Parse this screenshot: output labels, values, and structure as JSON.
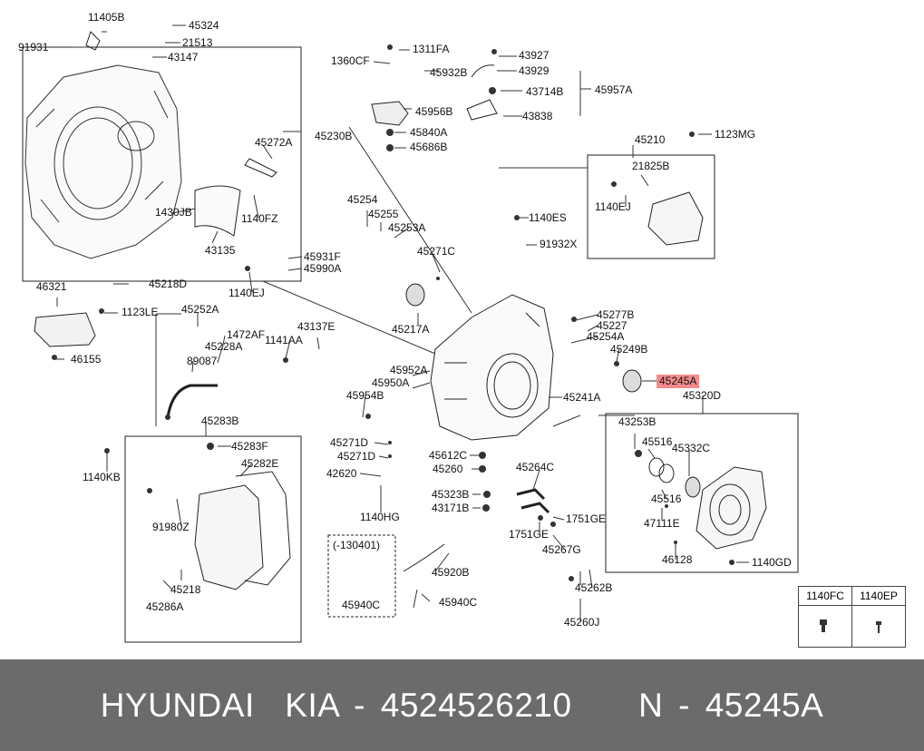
{
  "labels": {
    "p11405B": "11405B",
    "p45324": "45324",
    "p91931": "91931",
    "p21513": "21513",
    "p43147": "43147",
    "p45230B": "45230B",
    "p45272A": "45272A",
    "p1430JB": "1430JB",
    "p1140FZ": "1140FZ",
    "p43135": "43135",
    "p1311FA": "1311FA",
    "p1360CF": "1360CF",
    "p45932B": "45932B",
    "p45956B": "45956B",
    "p45840A": "45840A",
    "p45686B": "45686B",
    "p43927": "43927",
    "p43929": "43929",
    "p43714B": "43714B",
    "p45957A": "45957A",
    "p43838": "43838",
    "p1123MG": "1123MG",
    "p45210": "45210",
    "p21825B": "21825B",
    "p1140EJ_a": "1140EJ",
    "p45254": "45254",
    "p45255": "45255",
    "p45253A": "45253A",
    "p1140ES": "1140ES",
    "p91932X": "91932X",
    "p45271C": "45271C",
    "p45931F": "45931F",
    "p45990A": "45990A",
    "p1140EJ_b": "1140EJ",
    "p46321": "46321",
    "p45218D": "45218D",
    "p1123LE": "1123LE",
    "p46155": "46155",
    "p45252A": "45252A",
    "p1472AF": "1472AF",
    "p45228A": "45228A",
    "p89087": "89087",
    "p1141AA": "1141AA",
    "p43137E": "43137E",
    "p45217A": "45217A",
    "p45277B": "45277B",
    "p45227": "45227",
    "p45254A": "45254A",
    "p45249B": "45249B",
    "p45245A": "45245A",
    "p45952A": "45952A",
    "p45950A": "45950A",
    "p45954B": "45954B",
    "p45241A": "45241A",
    "p45320D": "45320D",
    "p45283B": "45283B",
    "p45283F": "45283F",
    "p1140KB": "1140KB",
    "p45282E": "45282E",
    "p91980Z": "91980Z",
    "p45218": "45218",
    "p45286A": "45286A",
    "p45271D_a": "45271D",
    "p45271D_b": "45271D",
    "p42620": "42620",
    "p1140HG": "1140HG",
    "p45612C": "45612C",
    "p45260": "45260",
    "p45323B": "45323B",
    "p43171B": "43171B",
    "p45264C": "45264C",
    "p1751GE_a": "1751GE",
    "p1751GE_b": "1751GE",
    "p45267G": "45267G",
    "p43253B": "43253B",
    "p45516_a": "45516",
    "p45332C": "45332C",
    "p45516_b": "45516",
    "p47111E": "47111E",
    "p46128": "46128",
    "p1140GD": "1140GD",
    "p130401": "(-130401)",
    "p45940C_a": "45940C",
    "p45920B": "45920B",
    "p45940C_b": "45940C",
    "p45262B": "45262B",
    "p45260J": "45260J"
  },
  "legend": {
    "col1": "1140FC",
    "col2": "1140EP"
  },
  "footer": {
    "brand": "HYUNDAI  KIA",
    "part_number": "4524526210",
    "oem": "N - 45245A",
    "sep": "-"
  },
  "colors": {
    "highlight": "#f48b8b",
    "footer_bg": "#6b6b6b",
    "footer_text": "#ffffff"
  }
}
